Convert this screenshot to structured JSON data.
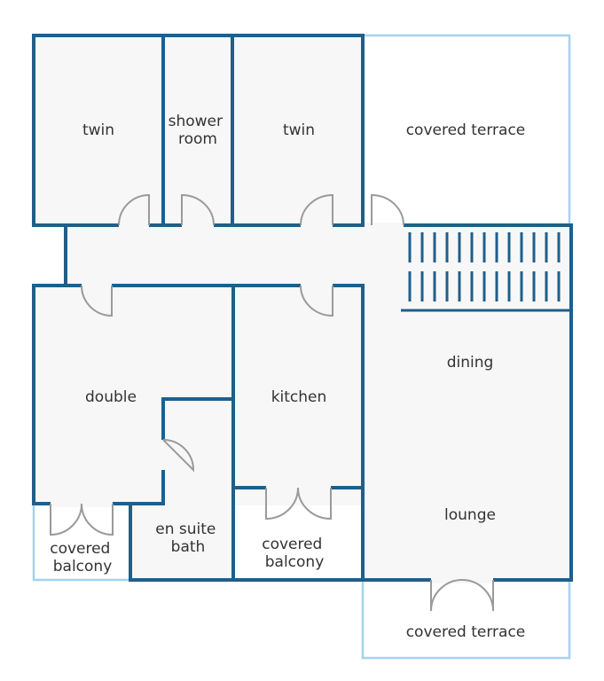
{
  "colors": {
    "wall": "#1f5f8b",
    "outdoor_outline": "#a3d3ee",
    "floor": "#f7f7f7",
    "door": "#9a9a9a",
    "label": "#333333"
  },
  "rooms": {
    "twin_left": "twin",
    "shower": [
      "shower",
      "room"
    ],
    "twin_right": "twin",
    "terrace_top": "covered terrace",
    "dining": "dining",
    "double": "double",
    "kitchen": "kitchen",
    "lounge": "lounge",
    "ensuite": [
      "en suite",
      "bath"
    ],
    "balcony_left": [
      "covered",
      "balcony"
    ],
    "balcony_mid": [
      "covered",
      "balcony"
    ],
    "terrace_bottom": "covered terrace"
  }
}
